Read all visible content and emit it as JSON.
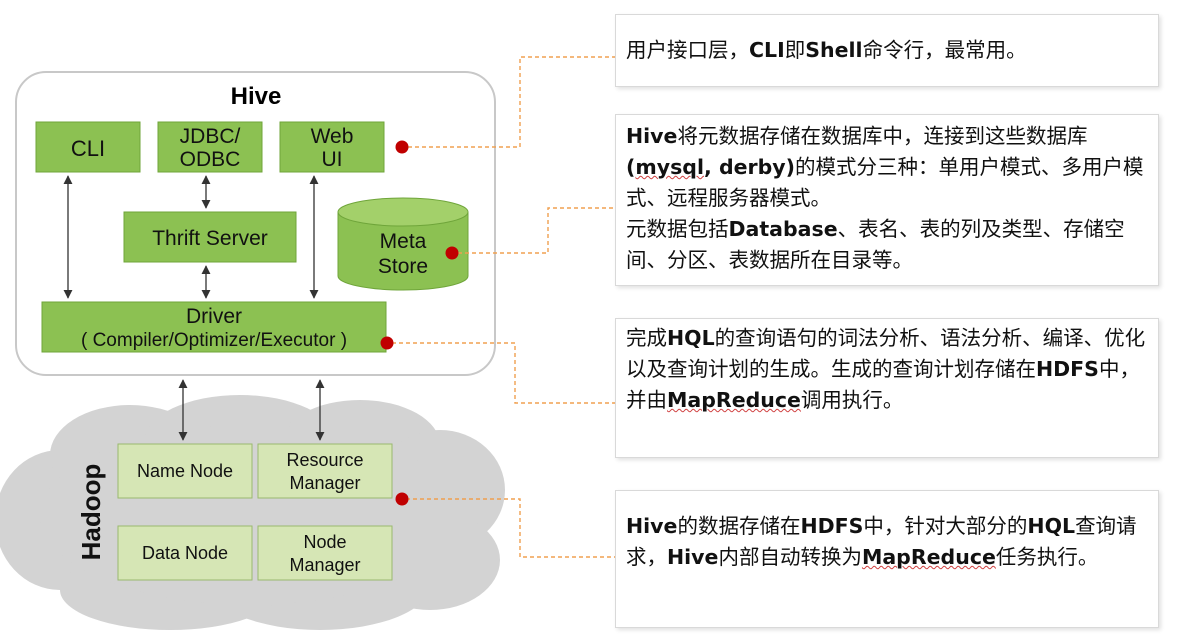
{
  "hive": {
    "title": "Hive",
    "cli": "CLI",
    "jdbc_line1": "JDBC/",
    "jdbc_line2": "ODBC",
    "webui_line1": "Web",
    "webui_line2": "UI",
    "thrift": "Thrift Server",
    "meta_line1": "Meta",
    "meta_line2": "Store",
    "driver_line1": "Driver",
    "driver_line2": "( Compiler/Optimizer/Executor )"
  },
  "hadoop": {
    "title": "Hadoop",
    "name_node": "Name Node",
    "rm_line1": "Resource",
    "rm_line2": "Manager",
    "data_node": "Data Node",
    "nm_line1": "Node",
    "nm_line2": "Manager"
  },
  "notes": {
    "n1": {
      "p1": "用户接口层，",
      "b1": "CLI",
      "p2": "即",
      "b2": "Shell",
      "p3": "命令行，最常用。"
    },
    "n2": {
      "b1": "Hive",
      "p1": "将元数据存储在数据库中，连接到这些数据库",
      "b2": "(",
      "b3": "mysql",
      "b4": ", derby)",
      "p2": "的模式分三种：单用户模式、多用户模式、远程服务器模式。",
      "p3": "元数据包括",
      "b5": "Database",
      "p4": "、表名、表的列及类型、存储空间、分区、表数据所在目录等。"
    },
    "n3": {
      "p1": "完成",
      "b1": "HQL",
      "p2": "的查询语句的词法分析、语法分析、编译、优化以及查询计划的生成。生成的查询计划存储在",
      "b2": "HDFS",
      "p3": "中，并由",
      "b3": "MapReduce",
      "p4": "调用执行。"
    },
    "n4": {
      "b1": "Hive",
      "p1": "的数据存储在",
      "b2": "HDFS",
      "p2": "中，针对大部分的",
      "b3": "HQL",
      "p3": "查询请求，",
      "b4": "Hive",
      "p4": "内部自动转换为",
      "b5": "MapReduce",
      "p5": "任务执行。"
    }
  },
  "colors": {
    "green_box": "#8cc152",
    "green_border": "#6fa53a",
    "hadoop_box": "#d6e6b5",
    "cloud": "#d0d0d0",
    "marker": "#c00000",
    "connector": "#f0a050"
  }
}
